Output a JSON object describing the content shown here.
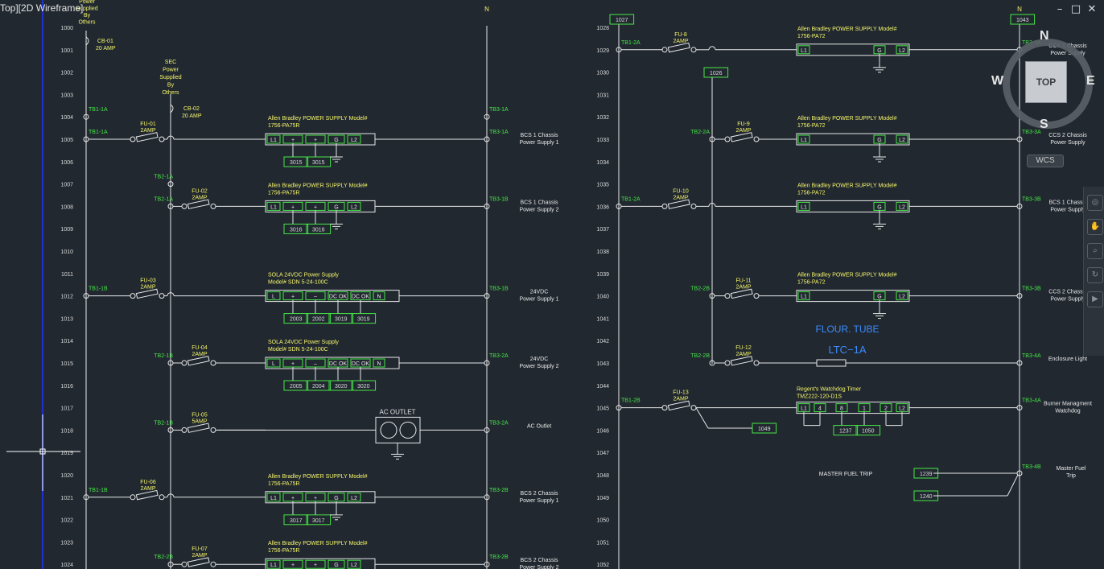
{
  "viewport_label": "Top][2D Wireframe]",
  "window_controls": [
    "–",
    "□",
    "✕"
  ],
  "viewcube": {
    "face": "TOP",
    "north": "N",
    "south": "S",
    "east": "E",
    "west": "W",
    "wcs": "WCS"
  },
  "left_panel": {
    "n_label": "N",
    "header_text": [
      "Power",
      "Supplied",
      "By",
      "Others"
    ],
    "cb01": [
      "CB-01",
      "20 AMP"
    ],
    "sec_text": [
      "SEC",
      "Power",
      "Supplied",
      "By",
      "Others"
    ],
    "cb02": [
      "CB-02",
      "20 AMP"
    ],
    "rungs": [
      "1000",
      "1001",
      "1002",
      "1003",
      "1004",
      "1005",
      "1006",
      "1007",
      "1008",
      "1009",
      "1010",
      "1011",
      "1012",
      "1013",
      "1014",
      "1015",
      "1016",
      "1017",
      "1018",
      "1019",
      "1020",
      "1021",
      "1022",
      "1023",
      "1024"
    ],
    "left_tb": [
      {
        "rung": 4,
        "text": "TB1-1A",
        "rail": "L1"
      },
      {
        "rung": 5,
        "text": "TB1-1A",
        "rail": "L1"
      },
      {
        "rung": 7,
        "text": "TB2-1A",
        "rail": "L2"
      },
      {
        "rung": 8,
        "text": "TB2-1A",
        "rail": "L2"
      },
      {
        "rung": 12,
        "text": "TB1-1B",
        "rail": "L1"
      },
      {
        "rung": 15,
        "text": "TB2-1B",
        "rail": "L2"
      },
      {
        "rung": 18,
        "text": "TB2-1B",
        "rail": "L2"
      },
      {
        "rung": 21,
        "text": "TB1-1B",
        "rail": "L1"
      },
      {
        "rung": 24,
        "text": "TB2-2B",
        "rail": "L2"
      }
    ],
    "fuses": [
      {
        "rung": 5,
        "name": "FU-01",
        "amp": "2AMP",
        "rail": "L1"
      },
      {
        "rung": 8,
        "name": "FU-02",
        "amp": "2AMP",
        "rail": "L2"
      },
      {
        "rung": 12,
        "name": "FU-03",
        "amp": "2AMP",
        "rail": "L1"
      },
      {
        "rung": 15,
        "name": "FU-04",
        "amp": "2AMP",
        "rail": "L2"
      },
      {
        "rung": 18,
        "name": "FU-05",
        "amp": "5AMP",
        "rail": "L2"
      },
      {
        "rung": 21,
        "name": "FU-06",
        "amp": "2AMP",
        "rail": "L1"
      },
      {
        "rung": 24,
        "name": "FU-07",
        "amp": "2AMP",
        "rail": "L2"
      }
    ],
    "devices": [
      {
        "rung": 5,
        "title": [
          "Allen Bradley  POWER SUPPLY  Model#",
          "1756-PA75R"
        ],
        "terms": [
          "L1",
          "+",
          "+",
          "G",
          "L2"
        ],
        "wires": [
          "3015",
          "3015"
        ],
        "ground": true
      },
      {
        "rung": 8,
        "title": [
          "Allen Bradley  POWER SUPPLY  Model#",
          "1756-PA75R"
        ],
        "terms": [
          "L1",
          "+",
          "+",
          "G",
          "L2"
        ],
        "wires": [
          "3016",
          "3016"
        ],
        "ground": true
      },
      {
        "rung": 12,
        "title": [
          "SOLA 24VDC Power Supply",
          "Model# SDN 5-24-100C"
        ],
        "terms": [
          "L",
          "+",
          "–",
          "DC OK",
          "DC OK",
          "N"
        ],
        "wires": [
          "2003",
          "2002",
          "3019",
          "3019"
        ],
        "ground": false
      },
      {
        "rung": 15,
        "title": [
          "SOLA 24VDC Power Supply",
          "Model# SDN 5-24-100C"
        ],
        "terms": [
          "L",
          "+",
          "–",
          "DC OK",
          "DC OK",
          "N"
        ],
        "wires": [
          "2005",
          "2004",
          "3020",
          "3020"
        ],
        "ground": false
      },
      {
        "rung": 21,
        "title": [
          "Allen Bradley  POWER SUPPLY  Model#",
          "1756-PA75R"
        ],
        "terms": [
          "L1",
          "+",
          "+",
          "G",
          "L2"
        ],
        "wires": [
          "3017",
          "3017"
        ],
        "ground": true
      },
      {
        "rung": 24,
        "title": [
          "Allen Bradley  POWER SUPPLY  Model#",
          "1756-PA75R"
        ],
        "terms": [
          "L1",
          "+",
          "+",
          "G",
          "L2"
        ],
        "wires": [],
        "ground": false
      }
    ],
    "outlet": {
      "rung": 18,
      "label": "AC OUTLET"
    },
    "right_tb": [
      {
        "rung": 4,
        "text": "TB3-1A"
      },
      {
        "rung": 5,
        "text": "TB3-1A"
      },
      {
        "rung": 8,
        "text": "TB3-1B"
      },
      {
        "rung": 12,
        "text": "TB3-1B"
      },
      {
        "rung": 15,
        "text": "TB3-2A"
      },
      {
        "rung": 18,
        "text": "TB3-2A"
      },
      {
        "rung": 21,
        "text": "TB3-2B"
      },
      {
        "rung": 24,
        "text": "TB3-2B"
      }
    ],
    "descriptions": [
      {
        "rung": 5,
        "lines": [
          "BCS 1 Chassis",
          "Power Supply 1"
        ]
      },
      {
        "rung": 8,
        "lines": [
          "BCS 1 Chassis",
          "Power Supply 2"
        ]
      },
      {
        "rung": 12,
        "lines": [
          "24VDC",
          "Power Supply 1"
        ]
      },
      {
        "rung": 15,
        "lines": [
          "24VDC",
          "Power Supply 2"
        ]
      },
      {
        "rung": 18,
        "lines": [
          "AC Outlet"
        ]
      },
      {
        "rung": 21,
        "lines": [
          "BCS 2 Chassis",
          "Power Supply 1"
        ]
      },
      {
        "rung": 24,
        "lines": [
          "BCS 2 Chassis",
          "Power Supply 2"
        ]
      }
    ]
  },
  "right_panel": {
    "top_left_box": "1027",
    "top_right_box": "1043",
    "n_label": "N",
    "box_1026": "1026",
    "rungs": [
      "1028",
      "1029",
      "1030",
      "1031",
      "1032",
      "1033",
      "1034",
      "1035",
      "1036",
      "1037",
      "1038",
      "1039",
      "1040",
      "1041",
      "1042",
      "1043",
      "1044",
      "1045",
      "1046",
      "1047",
      "1048",
      "1049",
      "1050",
      "1051",
      "1052"
    ],
    "left_tb": [
      {
        "rung": 1,
        "text": "TB1-2A",
        "rail": "L1"
      },
      {
        "rung": 5,
        "text": "TB2-2A",
        "rail": "L2"
      },
      {
        "rung": 8,
        "text": "TB1-2A",
        "rail": "L1"
      },
      {
        "rung": 12,
        "text": "TB2-2B",
        "rail": "L2"
      },
      {
        "rung": 15,
        "text": "TB2-2B",
        "rail": "L2"
      },
      {
        "rung": 17,
        "text": "TB1-2B",
        "rail": "L1"
      }
    ],
    "fuses": [
      {
        "rung": 1,
        "name": "FU-8",
        "amp": "2AMP",
        "rail": "L1"
      },
      {
        "rung": 5,
        "name": "FU-9",
        "amp": "2AMP",
        "rail": "L2"
      },
      {
        "rung": 8,
        "name": "FU-10",
        "amp": "2AMP",
        "rail": "L1"
      },
      {
        "rung": 12,
        "name": "FU-11",
        "amp": "2AMP",
        "rail": "L2"
      },
      {
        "rung": 15,
        "name": "FU-12",
        "amp": "2AMP",
        "rail": "L2"
      },
      {
        "rung": 17,
        "name": "FU-13",
        "amp": "2AMP",
        "rail": "L1"
      }
    ],
    "devices": [
      {
        "rung": 1,
        "title": [
          "Allen Bradley  POWER SUPPLY  Model#",
          "1756-PA72"
        ],
        "terms": [
          "L1",
          "G",
          "L2"
        ]
      },
      {
        "rung": 5,
        "title": [
          "Allen Bradley  POWER SUPPLY  Model#",
          "1756-PA72"
        ],
        "terms": [
          "L1",
          "G",
          "L2"
        ]
      },
      {
        "rung": 8,
        "title": [
          "Allen Bradley  POWER SUPPLY  Model#",
          "1756-PA72"
        ],
        "terms": [
          "L1",
          "G",
          "L2"
        ]
      },
      {
        "rung": 12,
        "title": [
          "Allen Bradley  POWER SUPPLY  Model#",
          "1756-PA72"
        ],
        "terms": [
          "L1",
          "G",
          "L2"
        ]
      }
    ],
    "lamp": {
      "rung": 15,
      "line1": "FLOUR. TUBE",
      "line2": "LTC−1A"
    },
    "timer": {
      "rung": 17,
      "title": [
        "Regent's Watchdog Timer",
        "TMZ222-120-D1S"
      ],
      "terms": [
        "L1",
        "4",
        "8",
        "1",
        "2",
        "L2"
      ],
      "wires": [
        "1237",
        "1050"
      ],
      "side_box": "1049"
    },
    "mft": {
      "label": "MASTER FUEL TRIP",
      "box1": "1239",
      "box2": "1240",
      "tb": "TB3-4B",
      "desc": [
        "Master Fuel",
        "Trip"
      ]
    },
    "right_tb": [
      {
        "rung": 1,
        "text": "TB3-3A"
      },
      {
        "rung": 5,
        "text": "TB3-3A"
      },
      {
        "rung": 8,
        "text": "TB3-3B"
      },
      {
        "rung": 12,
        "text": "TB3-3B"
      },
      {
        "rung": 15,
        "text": "TB3-4A"
      },
      {
        "rung": 17,
        "text": "TB3-4A"
      }
    ],
    "descriptions": [
      {
        "rung": 1,
        "lines": [
          "CCS 1 Chassis",
          "Power Supply"
        ]
      },
      {
        "rung": 5,
        "lines": [
          "CCS 2 Chassis",
          "Power Supply"
        ]
      },
      {
        "rung": 8,
        "lines": [
          "BCS 1 Chassis",
          "Power Supply"
        ]
      },
      {
        "rung": 12,
        "lines": [
          "CCS 2 Chassis",
          "Power Supply"
        ]
      },
      {
        "rung": 15,
        "lines": [
          "Enclosure Light"
        ]
      },
      {
        "rung": 17,
        "lines": [
          "Burner Managment",
          "Watchdog"
        ]
      }
    ]
  },
  "colors": {
    "background": "#212830",
    "wire": "#e8e8e8",
    "label_yellow": "#f5f56a",
    "tb_green": "#46e646",
    "number_white": "#dcdcdc",
    "lamp_blue": "#3c8cff",
    "crosshair_blue": "#2030d0"
  }
}
